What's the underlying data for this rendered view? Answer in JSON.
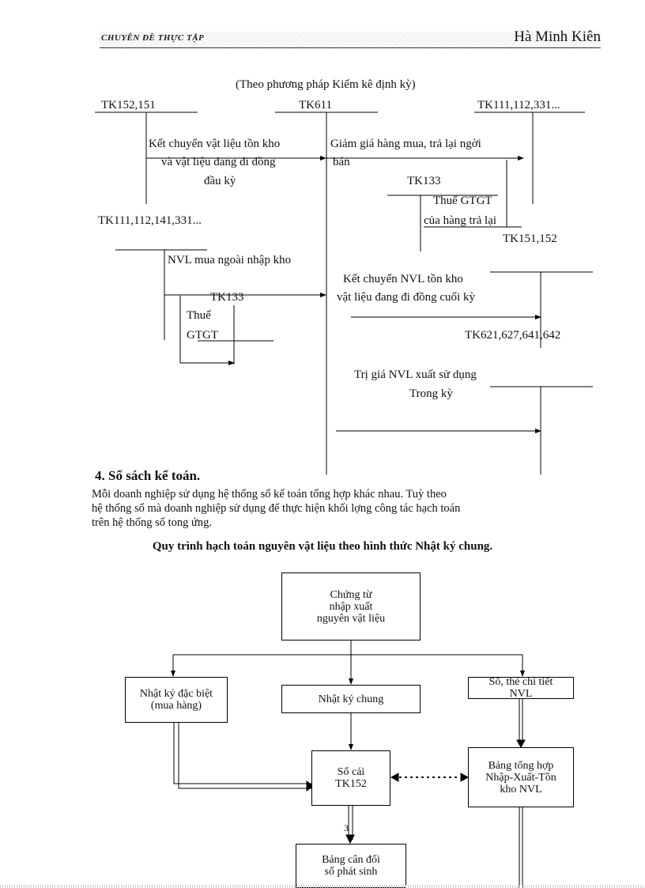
{
  "header": {
    "left": "CHUYÊN ĐỀ THỰC TẬP",
    "right": "Hà Minh Kiên"
  },
  "diagram1": {
    "subtitle": "(Theo phương   pháp Kiểm kê định kỳ)",
    "accounts": {
      "tk152_151": "TK152,151",
      "tk611": "TK611",
      "tk111_112_331": "TK111,112,331...",
      "tk133_a": "TK133",
      "tk111_112_141_331": "TK111,112,141,331...",
      "tk151_152": "TK151,152",
      "tk133_b": "TK133",
      "tk621": "TK621,627,641,642"
    },
    "labels": {
      "l1a": "Kết chuyển  vật liệu tồn kho",
      "l1b": "và vật liệu đang đi đồng",
      "l1c": "đầu kỳ",
      "l2a": "Giảm giá hàng mua, trả lại ngời",
      "l2b": "bán",
      "l3a": "Thuế GTGT",
      "l3b": "của hàng trả lại",
      "l4": "NVL mua ngoài nhập kho",
      "l5a": "Thuế",
      "l5b": "GTGT",
      "l6a": "Kết chuyển NVL tồn kho",
      "l6b": "vật liệu đang đi đồng   cuối kỳ",
      "l7a": "Trị giá NVL xuất sử dụng",
      "l7b": "Trong kỳ"
    }
  },
  "section": {
    "heading": "4. Sổ sách kế toán.",
    "para_lines": [
      "      Mỗi doanh nghiệp sử dụng hệ thống sổ kế toán tổng hợp khác nhau. Tuỳ theo",
      "hệ thống sổ mà doanh nghiệp sử dụng để thực hiện khối lợng   công tác hạch toán",
      "trên hệ thống sổ tong   ứng."
    ],
    "flow_title": "Quy trình hạch toán nguyên vật liệu theo hình thức Nhật ký chung."
  },
  "flow": {
    "b1": [
      "Chứng từ",
      "nhập xuất",
      "nguyên vật liệu"
    ],
    "b2": [
      "Nhật ký đặc biệt",
      "(mua hàng)"
    ],
    "b3": [
      "Nhật ký chung"
    ],
    "b4": [
      "Sổ, thẻ chi tiết",
      "NVL"
    ],
    "b5": [
      "Sổ cái",
      "TK152"
    ],
    "b6": [
      "Bảng tổng hợp",
      "Nhập-Xuất-Tồn",
      "kho NVL"
    ],
    "b7": [
      "Bảng cân đối",
      "số phát sinh"
    ],
    "page_num": "3"
  }
}
